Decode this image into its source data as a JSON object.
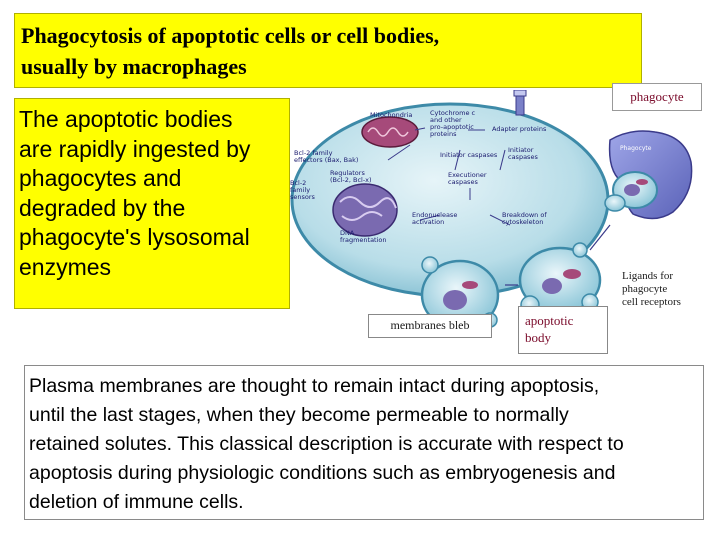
{
  "title": {
    "lines": [
      "Phagocytosis of apoptotic cells or cell bodies,",
      "usually by macrophages"
    ]
  },
  "left_text": {
    "lines": [
      "The apoptotic bodies",
      "are rapidly ingested by",
      "phagocytes and",
      "degraded by the",
      "phagocyte's lysosomal",
      " enzymes"
    ]
  },
  "diagram": {
    "labels": {
      "mitochondria": "Mitochondria",
      "cytochrome": "Cytochrome c\nand other\npro-apoptotic\nproteins",
      "adapter": "Adapter proteins",
      "bcl2_effectors": "Bcl-2 family\neffectors (Bax, Bak)",
      "initiator_caspases": "Initiator caspases",
      "initiator": "Initiator\ncaspases",
      "regulators": "Regulators\n(Bcl-2, Bcl-x)",
      "bcl2_sensors": "Bcl-2\nfamily\nsensors",
      "executioner": "Executioner\ncaspases",
      "dna_frag": "DNA\nfragmentation",
      "endonuclease": "Endonuclease\nactivation",
      "cytoskeleton": "Breakdown of\ncytoskeleton",
      "phagocyte_inner": "Phagocyte"
    }
  },
  "labels": {
    "phagocyte": "phagocyte",
    "ligands": [
      "Ligands for",
      "phagocyte",
      " cell receptors"
    ],
    "membranes_bleb": "membranes bleb",
    "apoptotic_body": [
      "apoptotic",
      "body"
    ]
  },
  "bottom_text": {
    "lines": [
      "Plasma membranes are thought to remain intact during apoptosis,",
      "until the last stages, when they become permeable to normally",
      "retained solutes. This classical description is accurate with respect to",
      "apoptosis during physiologic conditions such as embryogenesis and",
      "deletion of immune cells."
    ]
  },
  "colors": {
    "highlight": "#ffff00",
    "cell_fill": "#b8dde8",
    "cell_edge": "#3d8aa8",
    "label_red": "#7a0a2a"
  }
}
